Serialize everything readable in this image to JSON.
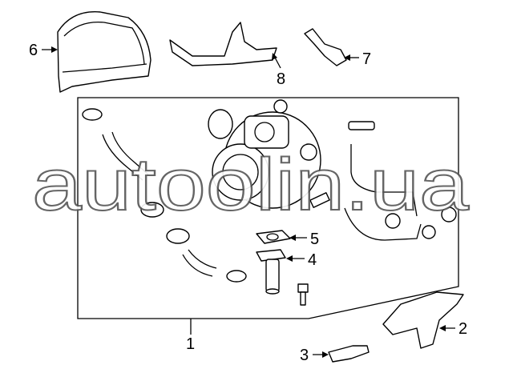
{
  "diagram": {
    "callouts": [
      "1",
      "2",
      "3",
      "4",
      "5",
      "6",
      "7",
      "8"
    ],
    "watermark": "autoolin.ua"
  }
}
